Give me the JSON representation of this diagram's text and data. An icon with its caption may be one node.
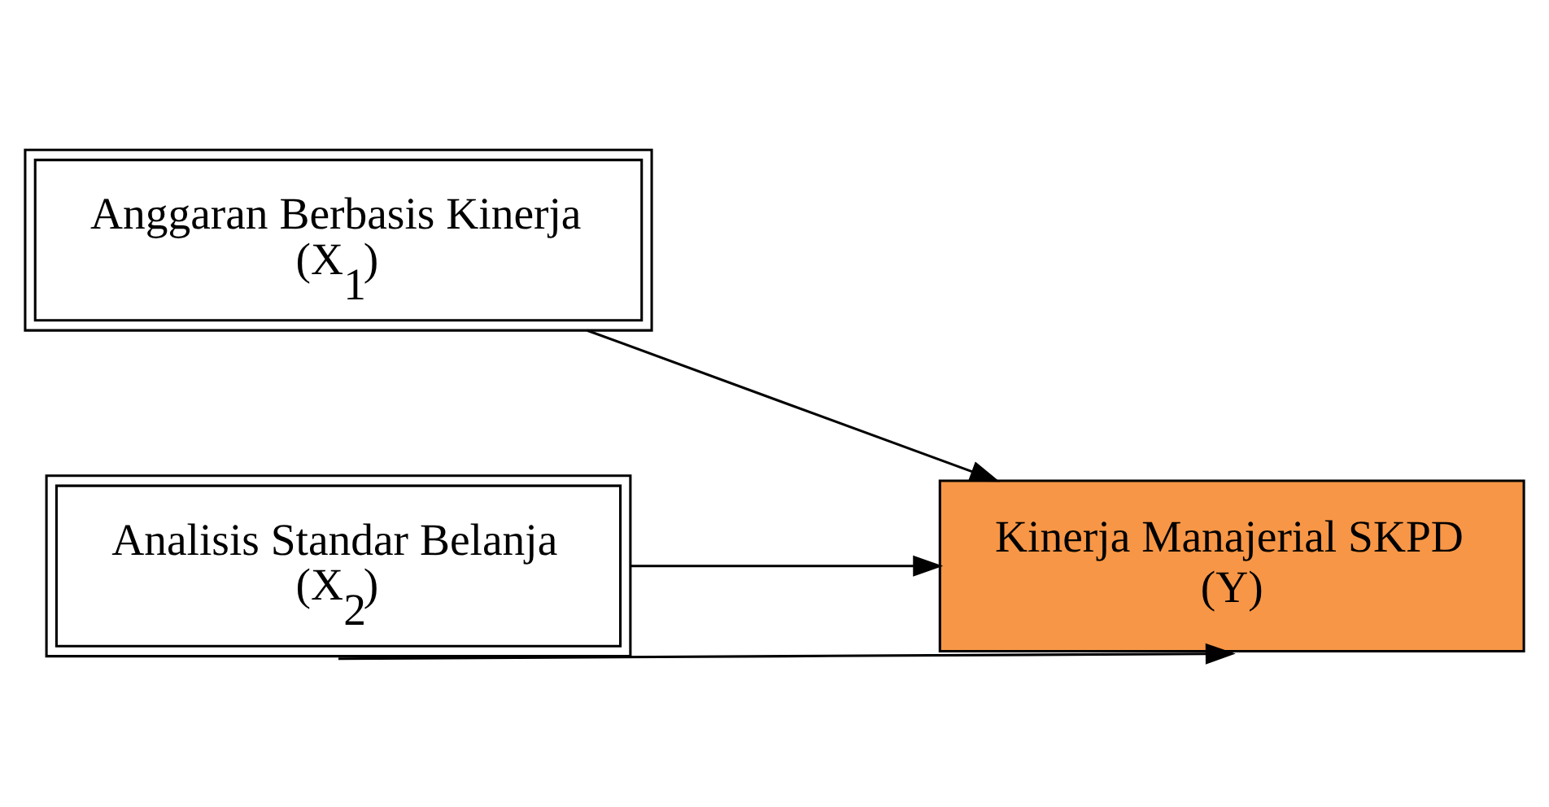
{
  "diagram": {
    "nodes": [
      {
        "text": [
          "Anggaran Berbasis Kinerja",
          "(X$_{1}$)"
        ]
      },
      {
        "text": [
          "Analisis Standar Belanja",
          "(X$_{2}$)"
        ]
      },
      {
        "text": [
          "Kinerja Manajerial SKPD",
          "(Y)"
        ]
      }
    ],
    "edges": [
      {
        "from": 0,
        "to": 2,
        "arrow": "to"
      },
      {
        "from": 1,
        "to": 2,
        "arrow": "to"
      },
      {
        "from": 1,
        "to": 2,
        "arrow": "to"
      }
    ]
  }
}
